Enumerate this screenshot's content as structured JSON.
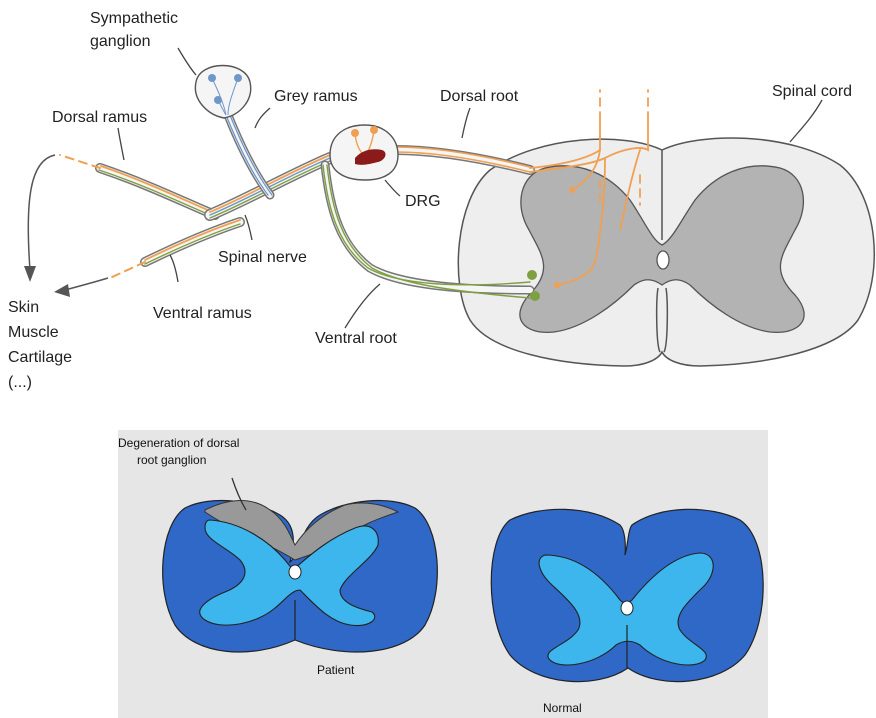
{
  "top_diagram": {
    "labels": {
      "sympathetic_ganglion_line1": "Sympathetic",
      "sympathetic_ganglion_line2": "ganglion",
      "grey_ramus": "Grey ramus",
      "dorsal_root": "Dorsal root",
      "spinal_cord": "Spinal cord",
      "dorsal_ramus": "Dorsal ramus",
      "drg": "DRG",
      "spinal_nerve": "Spinal nerve",
      "ventral_ramus": "Ventral ramus",
      "ventral_root": "Ventral root",
      "targets": [
        "Skin",
        "Muscle",
        "Cartilage",
        "(...)"
      ]
    },
    "colors": {
      "sensory_fiber": "#f0a050",
      "motor_fiber": "#7fa040",
      "sympathetic_fiber": "#6f97c8",
      "grey_matter": "#b3b3b3",
      "white_matter": "#eeeeee",
      "drg_cell_body": "#8b1a1a"
    }
  },
  "bottom_diagram": {
    "labels": {
      "degeneration_line1": "Degeneration of dorsal",
      "degeneration_line2": "root ganglion",
      "patient": "Patient",
      "normal": "Normal"
    },
    "colors": {
      "panel_background": "#e6e6e6",
      "white_matter": "#2f68c7",
      "grey_matter": "#3cb6ec",
      "degenerated": "#999999"
    }
  }
}
